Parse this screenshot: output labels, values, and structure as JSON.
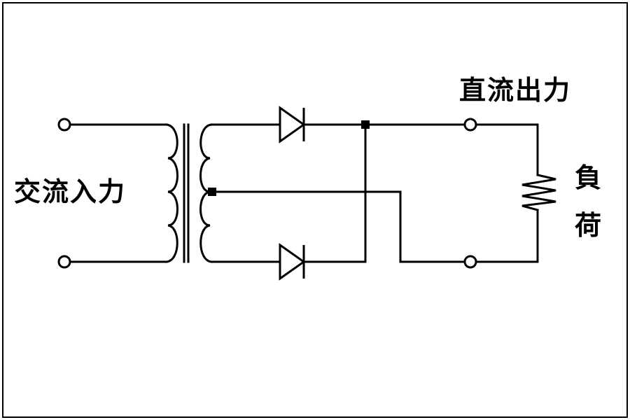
{
  "diagram": {
    "ac_input_label": "交流入力",
    "dc_output_label": "直流出力",
    "load_label": "負荷",
    "stroke_color": "#000000",
    "background_color": "#ffffff",
    "components": [
      "transformer-icon",
      "diode-icon",
      "diode-icon",
      "resistor-icon"
    ]
  }
}
